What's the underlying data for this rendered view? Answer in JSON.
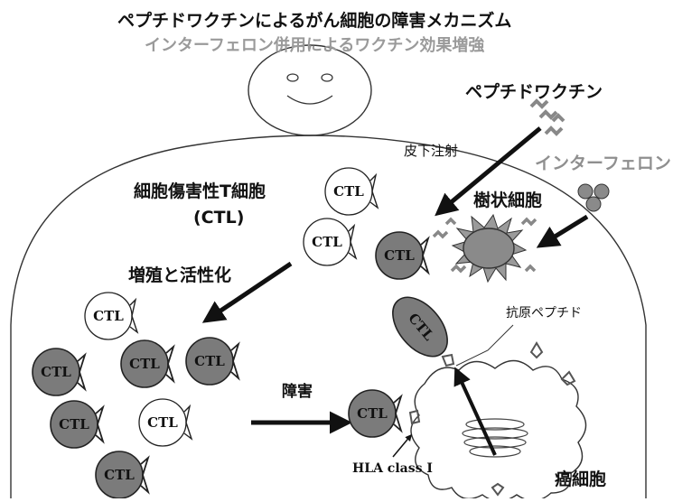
{
  "header": {
    "title": "ペプチドワクチンによるがん細胞の障害メカニズム",
    "subtitle": "インターフェロン併用によるワクチン効果増強"
  },
  "labels": {
    "peptide_vaccine": "ペプチドワクチン",
    "subcutaneous_injection": "皮下注射",
    "interferon": "インターフェロン",
    "dendritic_cell": "樹状細胞",
    "ctl_name": "細胞傷害性T細胞",
    "ctl_abbrev": "(CTL)",
    "proliferation": "増殖と活性化",
    "damage": "障害",
    "antigen_peptide": "抗原ペプチド",
    "hla": "HLA class I",
    "cancer_cell": "癌細胞"
  },
  "cell_label": "CTL",
  "colors": {
    "active_ctl": "#7b7b7b",
    "dendritic": "#9a9a9a",
    "interferon": "#8a8a8a",
    "outline": "#222222",
    "subtitle": "#9a9a9a"
  }
}
